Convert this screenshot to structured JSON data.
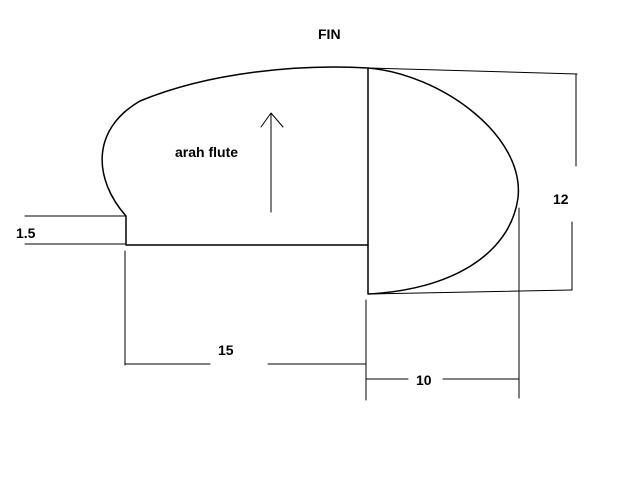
{
  "title": "FIN",
  "flute_label": "arah flute",
  "dimensions": {
    "height": "12",
    "base_length": "15",
    "tail_length": "10",
    "root_thickness": "1.5"
  },
  "colors": {
    "line": "#000000",
    "background": "#ffffff"
  }
}
